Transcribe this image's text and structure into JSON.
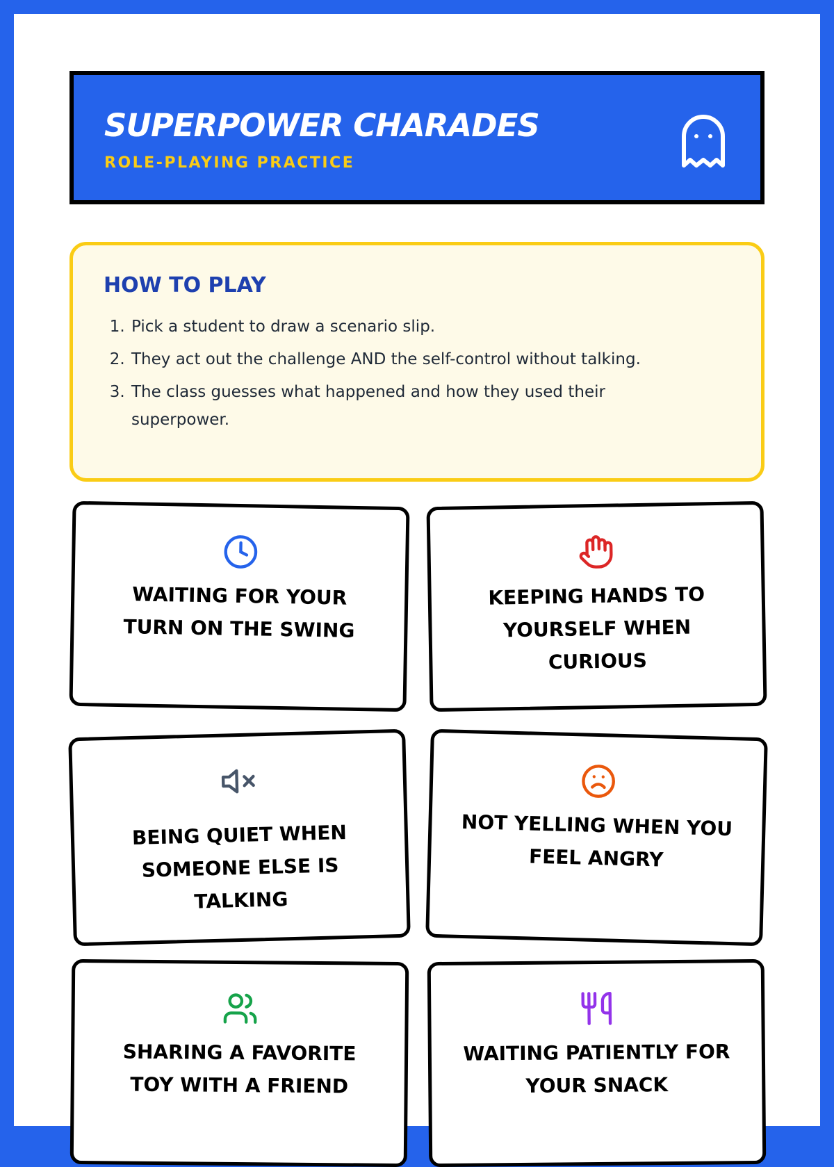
{
  "header": {
    "title": "SUPERPOWER CHARADES",
    "subtitle": "ROLE-PLAYING PRACTICE",
    "icon": "ghost-icon"
  },
  "how_to": {
    "heading": "HOW TO PLAY",
    "steps": [
      "Pick a student to draw a scenario slip.",
      "They act out the challenge AND the self-control without talking.",
      "The class guesses what happened and how they used their superpower."
    ]
  },
  "cards": [
    {
      "text": "WAITING FOR YOUR TURN ON THE SWING",
      "icon": "clock-icon",
      "color": "#2563eb"
    },
    {
      "text": "KEEPING HANDS TO YOURSELF WHEN CURIOUS",
      "icon": "hand-icon",
      "color": "#dc2626"
    },
    {
      "text": "BEING QUIET WHEN SOMEONE ELSE IS TALKING",
      "icon": "volume-mute-icon",
      "color": "#475569"
    },
    {
      "text": "NOT YELLING WHEN YOU FEEL ANGRY",
      "icon": "frown-icon",
      "color": "#ea580c"
    },
    {
      "text": "SHARING A FAVORITE TOY WITH A FRIEND",
      "icon": "users-icon",
      "color": "#16a34a"
    },
    {
      "text": "WAITING PATIENTLY FOR YOUR SNACK",
      "icon": "utensils-icon",
      "color": "#9333ea"
    }
  ]
}
